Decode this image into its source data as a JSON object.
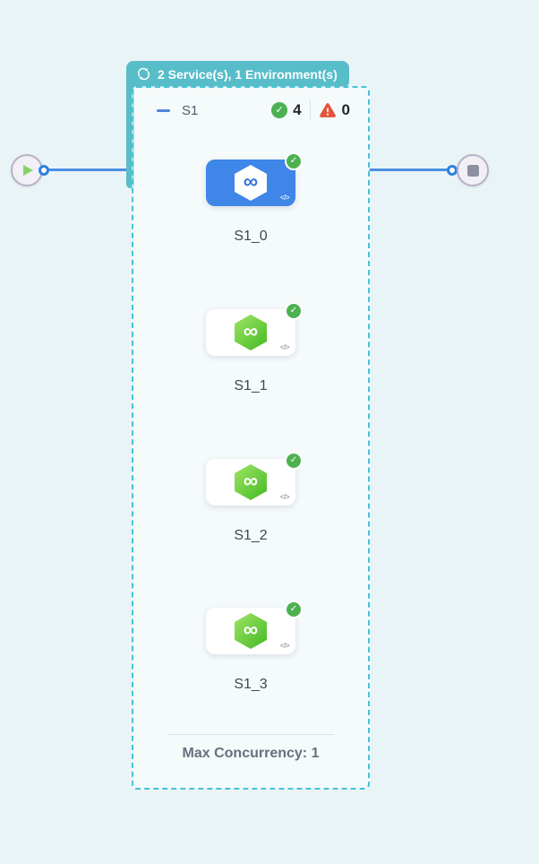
{
  "canvas": {
    "background_color": "#e9f4f7",
    "edge_color": "#4c90e2"
  },
  "start_node": {
    "icon": "play-icon"
  },
  "end_node": {
    "icon": "stop-icon"
  },
  "stage": {
    "badge_label": "2 Service(s), 1 Environment(s)",
    "badge_color": "#57bdc9",
    "border_color": "#44c3d8",
    "name": "S1",
    "success_count": "4",
    "failed_count": "0",
    "success_color": "#4db152",
    "failed_color": "#e2543e",
    "selected_card_color": "#3e86e8",
    "hexagon_green": "#4cbe2a",
    "steps": [
      {
        "label": "S1_0",
        "status": "success",
        "selected": true
      },
      {
        "label": "S1_1",
        "status": "success",
        "selected": false
      },
      {
        "label": "S1_2",
        "status": "success",
        "selected": false
      },
      {
        "label": "S1_3",
        "status": "success",
        "selected": false
      }
    ],
    "max_concurrency_label": "Max Concurrency: 1"
  },
  "icons": {
    "loop": "cycle-arrows",
    "play": "triangle-right",
    "stop": "square",
    "check": "✓",
    "infinity": "∞",
    "code": "</>",
    "warning": "⚠"
  }
}
